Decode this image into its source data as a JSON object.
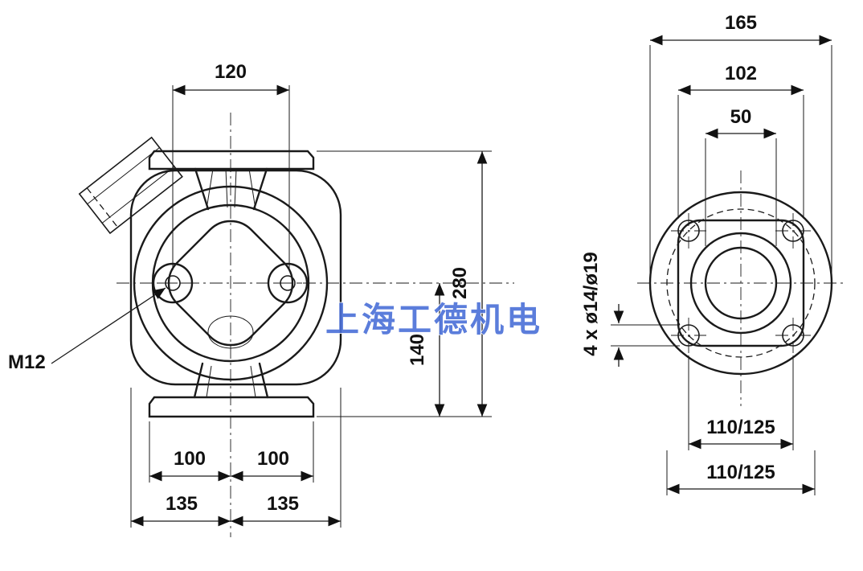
{
  "watermark": {
    "text": "上海工德机电",
    "color": "#4a6fd8"
  },
  "left_view": {
    "dim_top_width": "120",
    "dim_total_height": "280",
    "dim_port_height": "140",
    "dim_base_left": "100",
    "dim_base_right": "100",
    "dim_foot_left": "135",
    "dim_foot_right": "135",
    "thread_label": "M12"
  },
  "right_view": {
    "dim_overall": "165",
    "dim_housing": "102",
    "dim_port": "50",
    "bolt_holes_label": "4 x ø14/ø19",
    "dim_bolt_spacing_1": "110/125",
    "dim_bolt_spacing_2": "110/125"
  }
}
